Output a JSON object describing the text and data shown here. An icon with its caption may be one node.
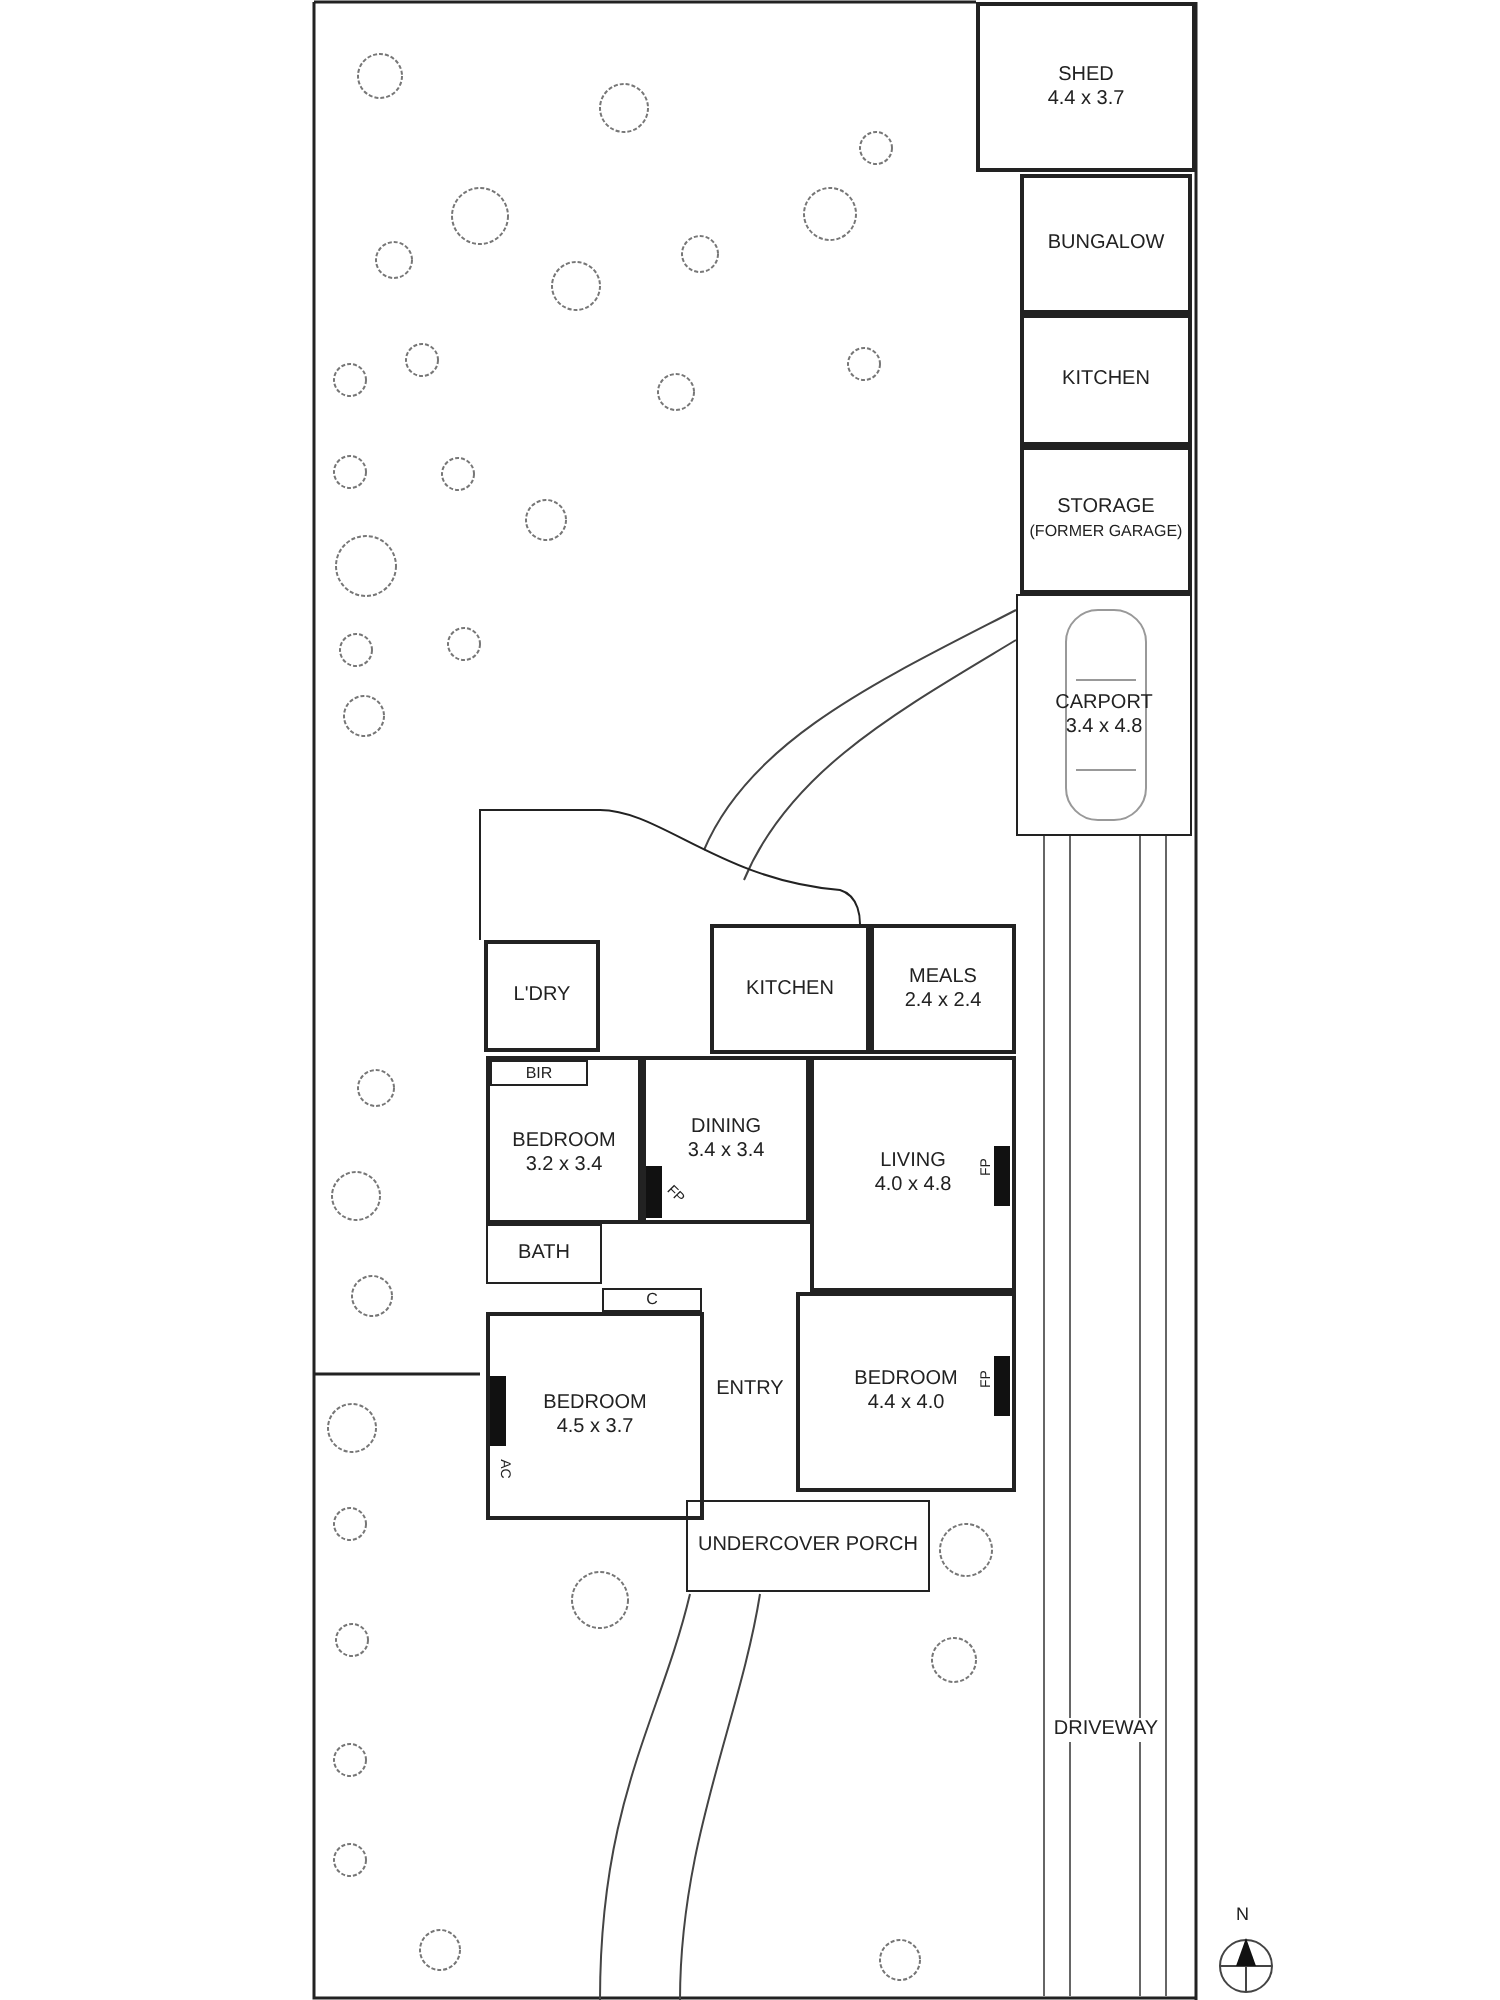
{
  "diagram": {
    "nodes": [
      {
        "text": [
          "SHED",
          "4.4 x 3.7"
        ]
      },
      {
        "text": [
          "BUNGALOW"
        ]
      },
      {
        "text": [
          "KITCHEN"
        ]
      },
      {
        "text": [
          "STORAGE",
          "(FORMER GARAGE)"
        ]
      },
      {
        "text": [
          "CARPORT",
          "3.4 x 4.8"
        ]
      },
      {
        "text": [
          "L'DRY"
        ]
      },
      {
        "text": [
          "KITCHEN"
        ]
      },
      {
        "text": [
          "MEALS",
          "2.4 x 2.4"
        ]
      },
      {
        "text": [
          "BIR"
        ],
        "in": 9
      },
      {
        "text": [
          "BEDROOM",
          "3.2 x 3.4"
        ]
      },
      {
        "text": [
          "DINING",
          "3.4 x 3.4"
        ]
      },
      {
        "text": [
          "LIVING",
          "4.0 x 4.8"
        ]
      },
      {
        "text": [
          "BATH"
        ]
      },
      {
        "text": [
          "C"
        ]
      },
      {
        "text": [
          "BEDROOM",
          "4.5 x 3.7"
        ]
      },
      {
        "text": [
          "ENTRY"
        ]
      },
      {
        "text": [
          "BEDROOM",
          "4.4 x 4.0"
        ]
      },
      {
        "text": [
          "UNDERCOVER PORCH"
        ]
      },
      {
        "text": [
          "DRIVEWAY"
        ]
      }
    ],
    "edges": [],
    "labels": [
      "FP",
      "FP",
      "FP",
      "AC",
      "N"
    ]
  }
}
